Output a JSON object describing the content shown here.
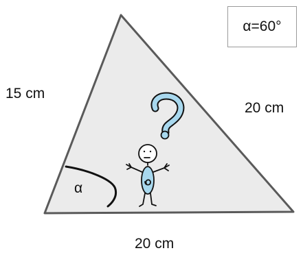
{
  "side_labels": {
    "left": "15 cm",
    "right": "20 cm",
    "bottom": "20 cm"
  },
  "angle_label": "α",
  "info_box": "α=60°",
  "colors": {
    "triangle_fill": "#ebebeb",
    "triangle_stroke": "#5a5a5a",
    "question_fill": "#a8d8ee",
    "body_fill": "#a8d8ee",
    "stroke": "#111111"
  },
  "icons": [
    "question-mark-icon",
    "stick-figure-icon"
  ]
}
